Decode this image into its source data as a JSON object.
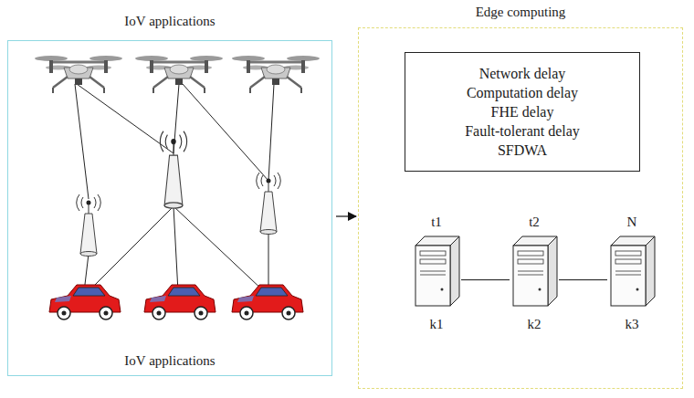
{
  "diagram": {
    "nodes": [
      {
        "text": [
          "IoV applications",
          "IoV applications"
        ]
      },
      {
        "text": [
          "Edge computing"
        ]
      },
      {
        "text": [
          "Network delay",
          "Computation delay",
          "FHE delay",
          "Fault-tolerant delay",
          "SFDWA"
        ],
        "in": 1
      },
      {
        "text": [
          "t1",
          "k1"
        ],
        "in": 1
      },
      {
        "text": [
          "t2",
          "k2"
        ],
        "in": 1
      },
      {
        "text": [
          "N",
          "k3"
        ],
        "in": 1
      }
    ],
    "edges": [
      {
        "from": 0,
        "to": 1,
        "arrow": "to"
      },
      {
        "from": 3,
        "to": 4,
        "arrow": "none"
      },
      {
        "from": 4,
        "to": 5,
        "arrow": "none"
      }
    ]
  }
}
